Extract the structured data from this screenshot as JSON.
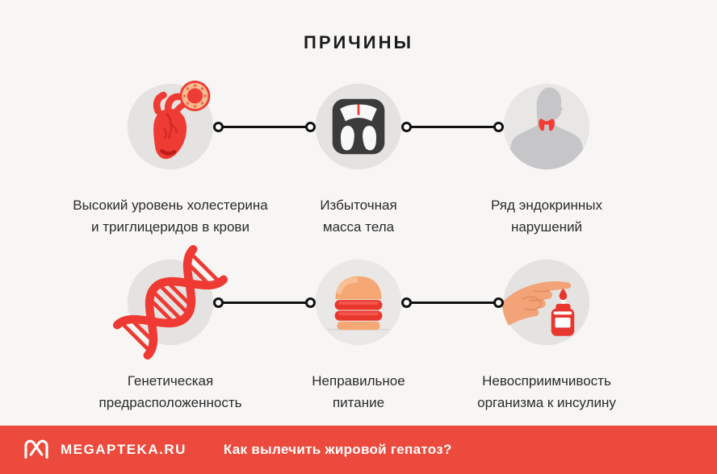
{
  "title": "ПРИЧИНЫ",
  "causes": [
    {
      "icon": "heart-cholesterol-icon",
      "lines": [
        "Высокий уровень холестерина",
        "и триглицеридов в крови"
      ]
    },
    {
      "icon": "weight-scale-icon",
      "lines": [
        "Избыточная",
        "масса тела"
      ]
    },
    {
      "icon": "endocrine-thyroid-icon",
      "lines": [
        "Ряд эндокринных",
        "нарушений"
      ]
    },
    {
      "icon": "dna-icon",
      "lines": [
        "Генетическая",
        "предрасположенность"
      ]
    },
    {
      "icon": "burger-icon",
      "lines": [
        "Неправильное",
        "питание"
      ]
    },
    {
      "icon": "insulin-resistance-icon",
      "lines": [
        "Невосприимчивость",
        "организма к инсулину"
      ]
    }
  ],
  "footer": {
    "brand": "MEGAPTEKA.RU",
    "question": "Как вылечить жировой гепатоз?"
  },
  "colors": {
    "background": "#f7f6f4",
    "circle_grey": "#e5e3e1",
    "accent_red": "#ee3b33",
    "accent_orange": "#f2a478",
    "footer_red": "#ec4a3c",
    "text_dark": "#1b1b1b"
  }
}
